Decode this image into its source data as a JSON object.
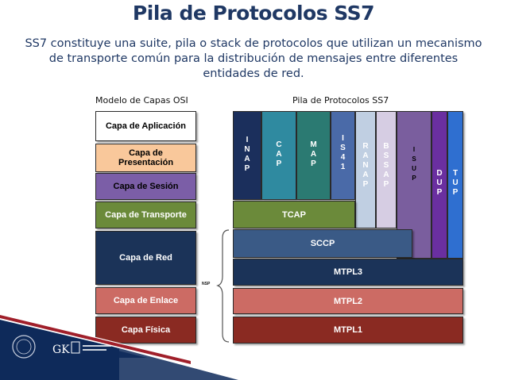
{
  "title": "Pila de Protocolos SS7",
  "subtitle_lines": [
    "SS7 constituye una suite, pila o stack de protocolos que utilizan un mecanismo",
    "de transporte común para la distribución de mensajes entre diferentes",
    "entidades de red."
  ],
  "osi": {
    "header": "Modelo de Capas OSI",
    "layers": [
      {
        "label": "Capa de Aplicación",
        "color": "#ffffff",
        "text_color": "#000000"
      },
      {
        "label": "Capa de Presentación",
        "color": "#f9c89b",
        "text_color": "#000000"
      },
      {
        "label": "Capa de Sesión",
        "color": "#7b5ea7",
        "text_color": "#000000"
      },
      {
        "label": "Capa de Transporte",
        "color": "#6b8a3a",
        "text_color": "#ffffff"
      },
      {
        "label": "Capa de Red",
        "color": "#1b3358",
        "text_color": "#ffffff"
      },
      {
        "label": "Capa de Enlace",
        "color": "#cc6b64",
        "text_color": "#ffffff"
      },
      {
        "label": "Capa Física",
        "color": "#8a2a22",
        "text_color": "#ffffff"
      }
    ]
  },
  "ss7": {
    "header": "Pila de Protocolos SS7",
    "columns": [
      {
        "label": "INAP",
        "color": "#1b2f5c",
        "text_color": "#ffffff"
      },
      {
        "label": "CAP",
        "color": "#2f8aa0",
        "text_color": "#ffffff"
      },
      {
        "label": "MAP",
        "color": "#2b7a72",
        "text_color": "#ffffff"
      },
      {
        "label": "IS41",
        "color": "#4a6aa8",
        "text_color": "#ffffff"
      },
      {
        "label": "RANAP",
        "color": "#c0cfe2",
        "text_color": "#ffffff"
      },
      {
        "label": "BSSAP",
        "color": "#d6cde3",
        "text_color": "#ffffff"
      },
      {
        "label": "ISUP",
        "color": "#7a5e9e",
        "text_color": "#000000"
      },
      {
        "label": "DUP",
        "color": "#6a2fa0",
        "text_color": "#ffffff"
      },
      {
        "label": "TUP",
        "color": "#2f6fd0",
        "text_color": "#ffffff"
      }
    ],
    "tcap": {
      "label": "TCAP",
      "color": "#6b8a3a"
    },
    "sccp": {
      "label": "SCCP",
      "color": "#3a5a86"
    },
    "mtpl3": {
      "label": "MTPL3",
      "color": "#1b3358"
    },
    "mtpl2": {
      "label": "MTPL2",
      "color": "#cc6b64"
    },
    "mtpl1": {
      "label": "MTPL1",
      "color": "#8a2a22"
    },
    "nsp_label": "NSP"
  },
  "colors": {
    "title": "#1f3864",
    "footer_band": "#0e2a5a",
    "footer_red": "#a01f2a"
  }
}
